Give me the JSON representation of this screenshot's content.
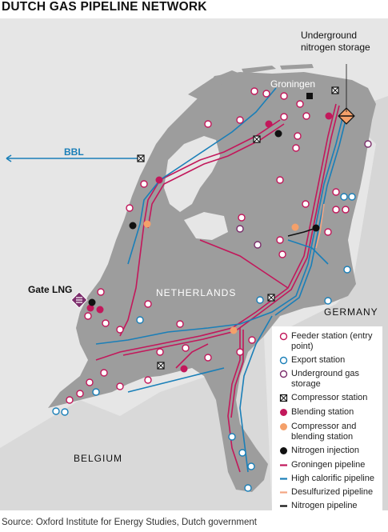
{
  "title": "DUTCH GAS PIPELINE NETWORK",
  "source": "Source: Oxford Institute for Energy Studies, Dutch government",
  "labels": {
    "groningen": "Groningen",
    "netherlands": "NETHERLANDS",
    "germany": "GERMANY",
    "belgium": "BELGIUM",
    "bbl": "BBL",
    "gate_lng": "Gate LNG",
    "nitrogen_storage_line1": "Underground",
    "nitrogen_storage_line2": "nitrogen storage"
  },
  "legend": {
    "feeder": "Feeder station (entry point)",
    "export": "Export station",
    "underground": "Underground gas storage",
    "compressor": "Compressor station",
    "blending": "Blending station",
    "compressor_blending": "Compressor and blending station",
    "nitrogen_injection": "Nitrogen injection",
    "groningen_pipeline": "Groningen pipeline",
    "high_cal_pipeline": "High calorific pipeline",
    "desulf_pipeline": "Desulfurized pipeline",
    "nitrogen_pipeline": "Nitrogen pipeline"
  },
  "colors": {
    "map_bg": "#e6e6e6",
    "land_nl": "#9c9c9c",
    "groningen_pipeline": "#c2185b",
    "high_cal_pipeline": "#1a7fb8",
    "desulf_pipeline": "#f4a582",
    "nitrogen_pipeline": "#111111",
    "feeder_station": "#c2185b",
    "export_station": "#1a7fb8",
    "underground_storage": "#7b2d6b",
    "blending_station": "#c2185b",
    "compressor_blending_station": "#f4a06a",
    "nitrogen_injection": "#111111"
  }
}
